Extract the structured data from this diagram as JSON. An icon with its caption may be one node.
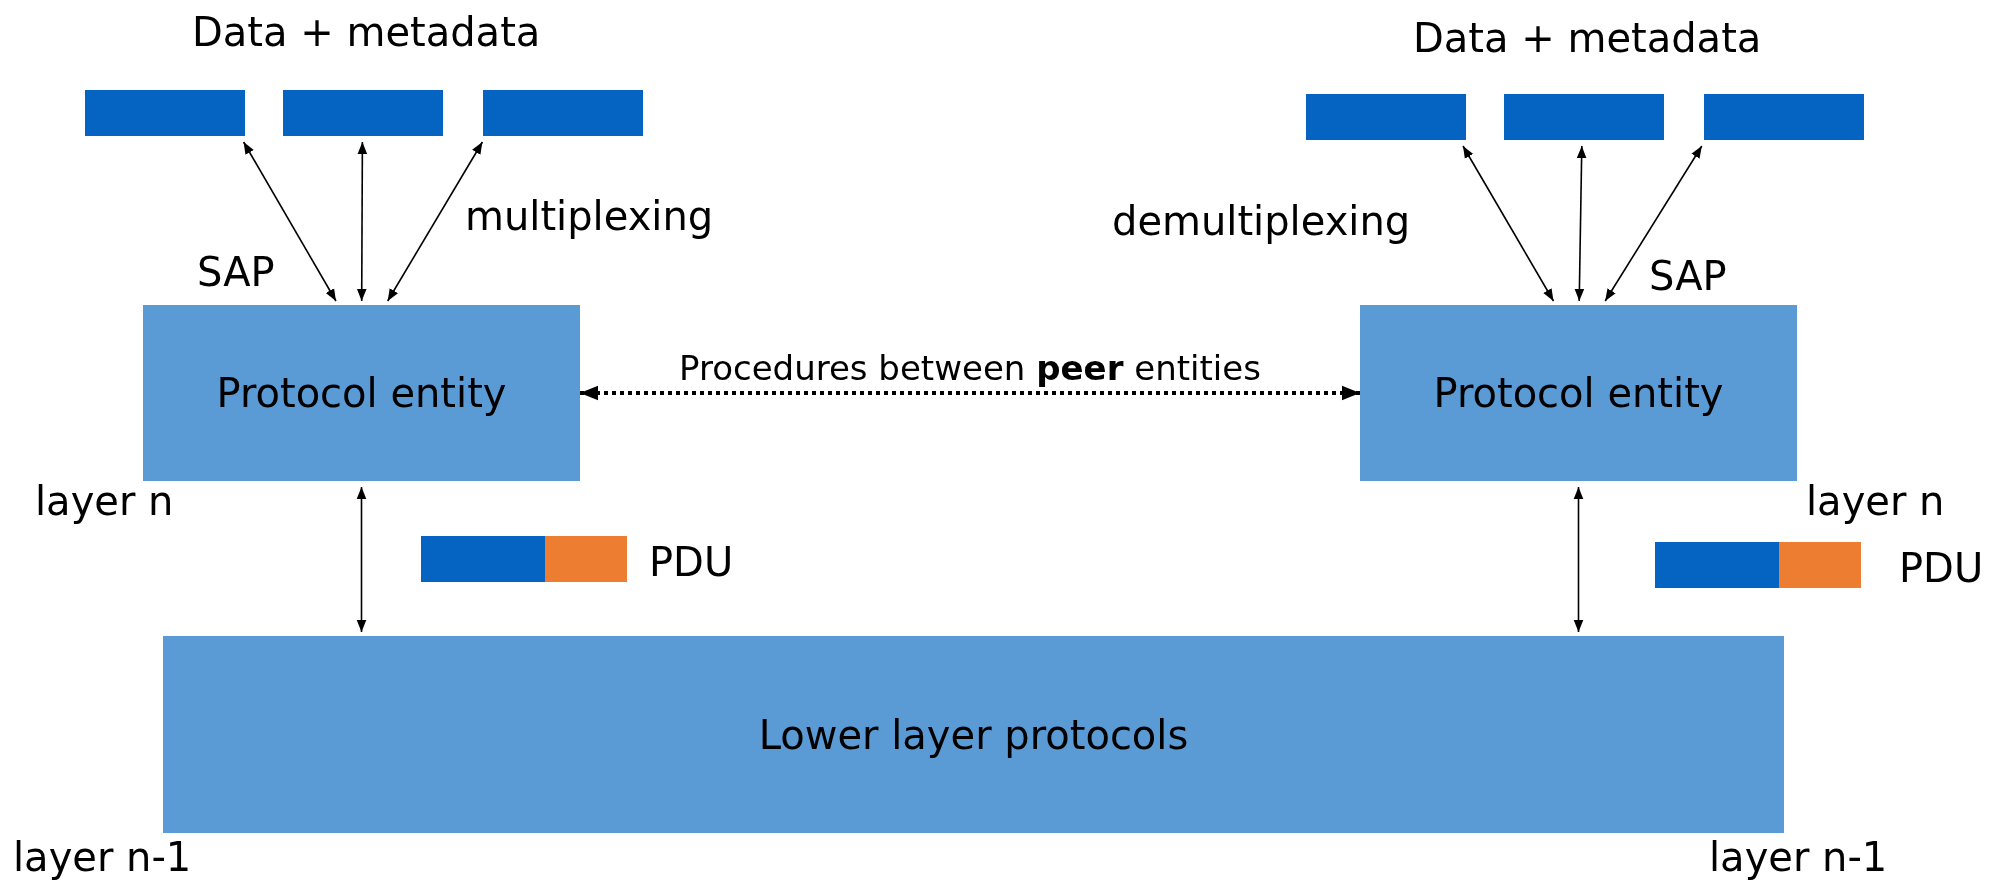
{
  "diagram": {
    "nodes": [
      {
        "text": [],
        "shape": "bar"
      },
      {
        "text": [],
        "shape": "bar"
      },
      {
        "text": [],
        "shape": "bar"
      },
      {
        "text": [],
        "shape": "bar"
      },
      {
        "text": [],
        "shape": "bar"
      },
      {
        "text": [],
        "shape": "bar"
      },
      {
        "text": [
          "Protocol entity"
        ]
      },
      {
        "text": [
          "Protocol entity"
        ]
      },
      {
        "text": [
          "Lower layer protocols"
        ]
      },
      {
        "text": [],
        "shape": "bar",
        "beside": [
          "PDU"
        ]
      },
      {
        "text": [],
        "shape": "bar",
        "beside": [
          "PDU"
        ]
      }
    ],
    "edges": [
      {
        "from": 0,
        "to": 6,
        "arrow": "both"
      },
      {
        "from": 1,
        "to": 6,
        "arrow": "both"
      },
      {
        "from": 2,
        "to": 6,
        "arrow": "both"
      },
      {
        "from": 3,
        "to": 7,
        "arrow": "both"
      },
      {
        "from": 4,
        "to": 7,
        "arrow": "both"
      },
      {
        "from": 5,
        "to": 7,
        "arrow": "both"
      },
      {
        "from": 6,
        "to": 7,
        "arrow": "both",
        "label": "Procedures between **peer** entities",
        "style": "dashed"
      },
      {
        "from": 6,
        "to": 8,
        "arrow": "both"
      },
      {
        "from": 7,
        "to": 8,
        "arrow": "both"
      }
    ],
    "labels": [
      "Data + metadata",
      "Data + metadata",
      "multiplexing",
      "demultiplexing",
      "SAP",
      "SAP",
      "layer n",
      "layer n",
      "layer n-1",
      "layer n-1"
    ]
  }
}
